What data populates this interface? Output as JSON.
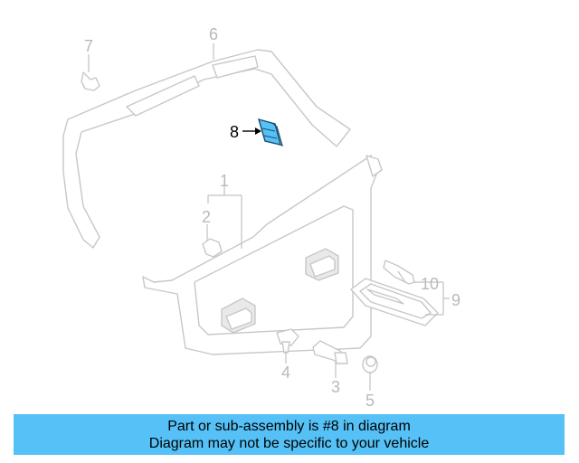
{
  "callouts": {
    "c1": "1",
    "c2": "2",
    "c3": "3",
    "c4": "4",
    "c5": "5",
    "c6": "6",
    "c7": "7",
    "c8": "8",
    "c9": "9",
    "c10": "10"
  },
  "highlight": {
    "part_number": "8",
    "color": "#55c1f7"
  },
  "banner": {
    "line1": "Part or sub-assembly is #8 in diagram",
    "line2": "Diagram may not be specific to your vehicle",
    "color": "#55c1f7"
  }
}
